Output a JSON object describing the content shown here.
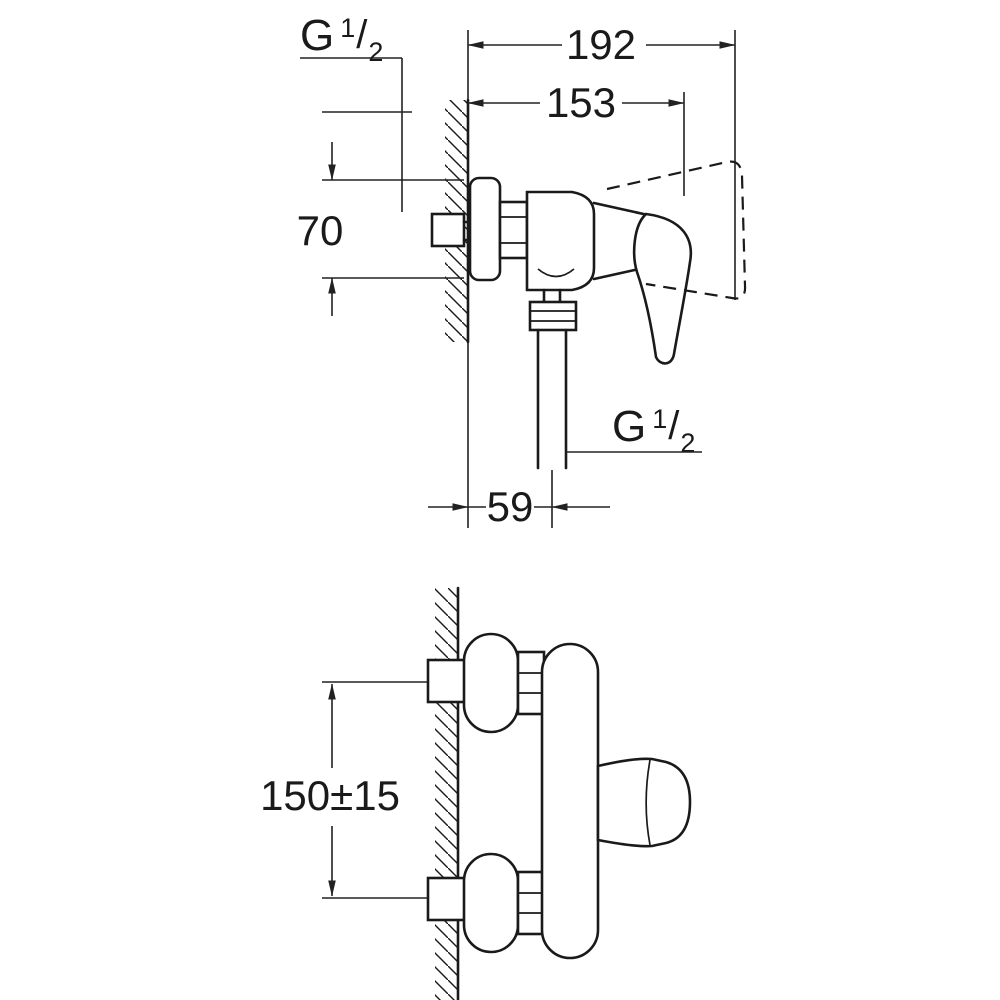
{
  "labels": {
    "dim_total_depth": "192",
    "dim_depth_to_handle": "153",
    "dim_flange_height": "70",
    "dim_outlet_offset": "59",
    "dim_inlet_spacing": "150±15"
  },
  "threads": {
    "inlet": {
      "g": "G",
      "numerator": "1",
      "slash": "/",
      "denominator": "2"
    },
    "outlet": {
      "g": "G",
      "numerator": "1",
      "slash": "/",
      "denominator": "2"
    }
  },
  "colors": {
    "line": "#1a1a1a",
    "dimension_line": "#222222",
    "background": "#ffffff"
  }
}
